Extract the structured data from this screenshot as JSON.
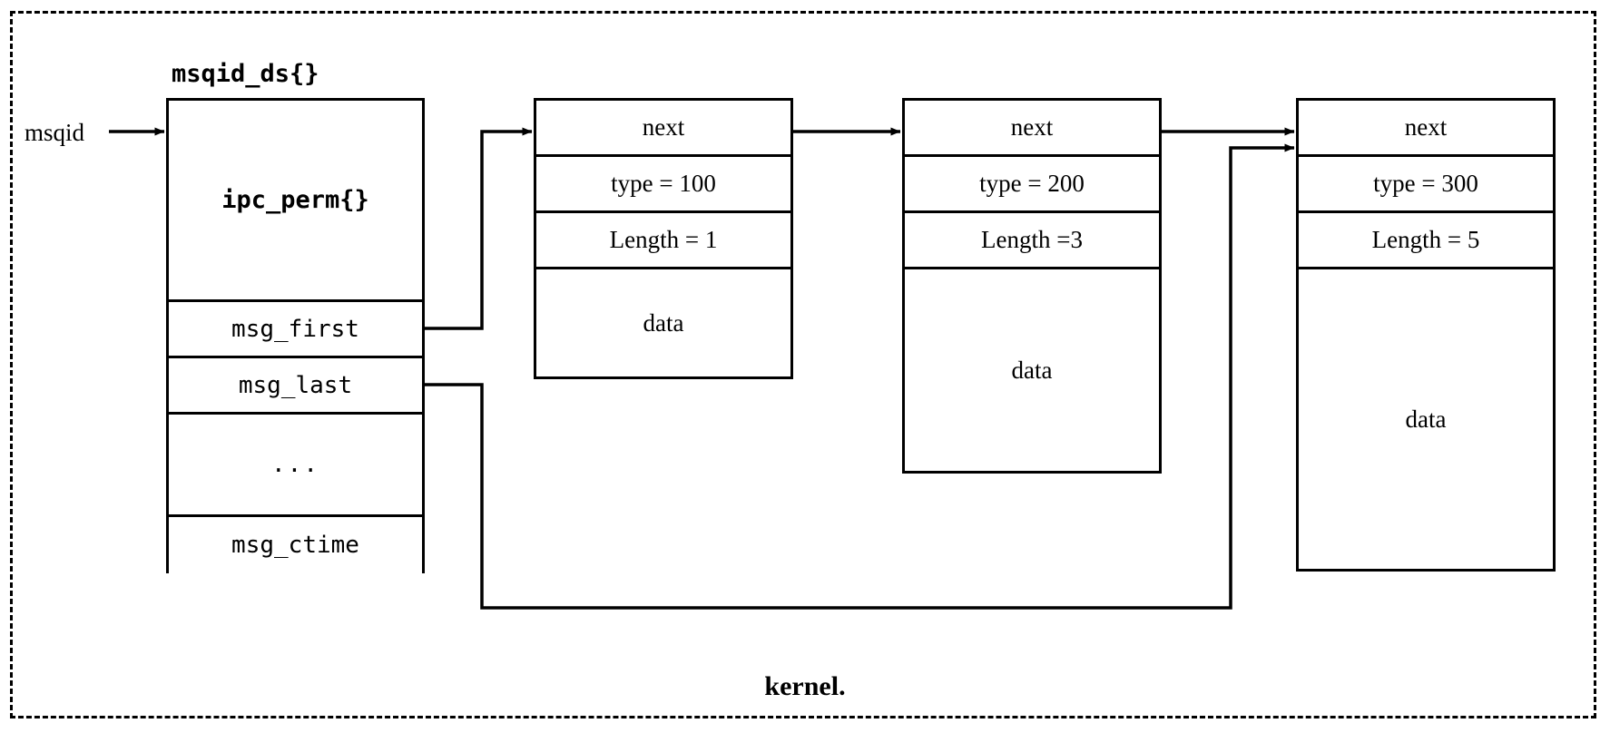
{
  "diagram": {
    "caption": "kernel.",
    "entry_label": "msqid",
    "boundary": {
      "style": "dashed",
      "color": "#000000"
    }
  },
  "msqid_ds": {
    "title": "msqid_ds{}",
    "rows": [
      {
        "label": "ipc_perm{}",
        "style": "mono-bold"
      },
      {
        "label": "msg_first",
        "style": "mono"
      },
      {
        "label": "msg_last",
        "style": "mono"
      },
      {
        "label": "...",
        "style": "mono"
      },
      {
        "label": "msg_ctime",
        "style": "mono"
      }
    ]
  },
  "messages": [
    {
      "next": "next",
      "type": "type = 100",
      "length": "Length = 1",
      "data": "data"
    },
    {
      "next": "next",
      "type": "type = 200",
      "length": "Length =3",
      "data": "data"
    },
    {
      "next": "next",
      "type": "type = 300",
      "length": "Length = 5",
      "data": "data"
    }
  ],
  "connectors": [
    {
      "name": "msqid-to-msqid-ds",
      "from": "msqid",
      "to": "msqid_ds"
    },
    {
      "name": "msg-first-to-message-0",
      "from": "msg_first",
      "to": "message-0"
    },
    {
      "name": "message-0-next-to-message-1",
      "from": "message-0.next",
      "to": "message-1"
    },
    {
      "name": "message-1-next-to-message-2",
      "from": "message-1.next",
      "to": "message-2"
    },
    {
      "name": "msg-last-to-message-2",
      "from": "msg_last",
      "to": "message-2"
    }
  ]
}
